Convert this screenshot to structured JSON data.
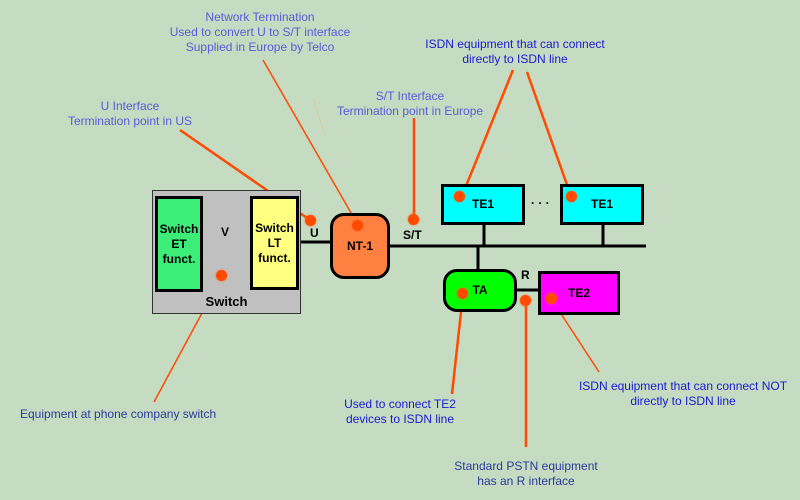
{
  "diagram": {
    "title": "ISDN reference points",
    "colors": {
      "background": "#c5dcc3",
      "switch_box": "#c0c0c0",
      "et": "#3cee78",
      "lt": "#ffff80",
      "nt1": "#ff8040",
      "te1": "#00ffff",
      "ta": "#00ff00",
      "te2": "#ff00ff",
      "pointer": "#ff4a00"
    },
    "nodes": {
      "switch": "Switch",
      "et": "Switch\nET\nfunct.",
      "lt": "Switch\nLT\nfunct.",
      "nt1": "NT-1",
      "te1_a": "TE1",
      "te1_b": "TE1",
      "ellipsis": "· · ·",
      "ta": "TA",
      "te2": "TE2"
    },
    "interfaces": {
      "v": "V",
      "u": "U",
      "st": "S/T",
      "r": "R"
    },
    "annotations": {
      "nt1": "Network Termination\nUsed to convert U to S/T interface\nSupplied in Europe by Telco",
      "u_interface": "U Interface\nTermination point in US",
      "st_interface": "S/T Interface\nTermination point in Europe",
      "te1": "ISDN equipment that can connect\ndirectly to ISDN line",
      "switch": "Equipment at phone company switch",
      "ta": "Used to connect TE2\ndevices to ISDN line",
      "r_interface": "Standard PSTN equipment\nhas an R interface",
      "te2": "ISDN equipment that can connect NOT\ndirectly to ISDN line"
    }
  }
}
